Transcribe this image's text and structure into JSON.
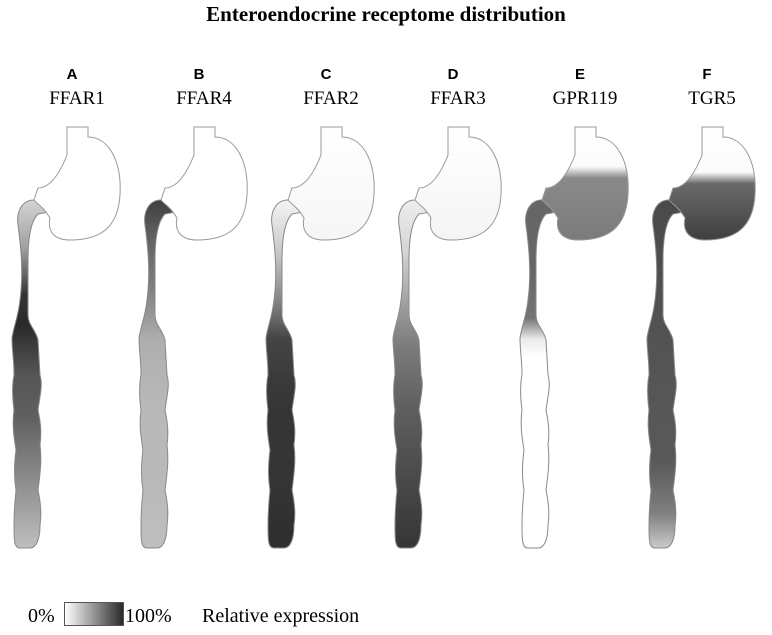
{
  "title": "Enteroendocrine receptome distribution",
  "panels": [
    {
      "letter": "A",
      "name": "FFAR1",
      "stomach": [
        {
          "o": 0,
          "v": 0
        },
        {
          "o": 1,
          "v": 0
        }
      ],
      "intestine": [
        {
          "o": 0.0,
          "v": 0.2
        },
        {
          "o": 0.14,
          "v": 0.45
        },
        {
          "o": 0.27,
          "v": 0.95
        },
        {
          "o": 0.36,
          "v": 1.0
        },
        {
          "o": 0.5,
          "v": 0.8
        },
        {
          "o": 0.62,
          "v": 0.75
        },
        {
          "o": 0.75,
          "v": 0.6
        },
        {
          "o": 0.88,
          "v": 0.45
        },
        {
          "o": 1.0,
          "v": 0.3
        }
      ]
    },
    {
      "letter": "B",
      "name": "FFAR4",
      "stomach": [
        {
          "o": 0,
          "v": 0
        },
        {
          "o": 1,
          "v": 0
        }
      ],
      "intestine": [
        {
          "o": 0.0,
          "v": 0.9
        },
        {
          "o": 0.1,
          "v": 0.75
        },
        {
          "o": 0.25,
          "v": 0.6
        },
        {
          "o": 0.4,
          "v": 0.38
        },
        {
          "o": 0.6,
          "v": 0.33
        },
        {
          "o": 0.8,
          "v": 0.33
        },
        {
          "o": 1.0,
          "v": 0.3
        }
      ]
    },
    {
      "letter": "C",
      "name": "FFAR2",
      "stomach": [
        {
          "o": 0,
          "v": 0
        },
        {
          "o": 0.4,
          "v": 0.02
        },
        {
          "o": 1,
          "v": 0.04
        }
      ],
      "intestine": [
        {
          "o": 0.0,
          "v": 0.05
        },
        {
          "o": 0.15,
          "v": 0.25
        },
        {
          "o": 0.3,
          "v": 0.6
        },
        {
          "o": 0.4,
          "v": 0.88
        },
        {
          "o": 0.6,
          "v": 0.95
        },
        {
          "o": 0.8,
          "v": 0.95
        },
        {
          "o": 1.0,
          "v": 0.98
        }
      ]
    },
    {
      "letter": "D",
      "name": "FFAR3",
      "stomach": [
        {
          "o": 0,
          "v": 0
        },
        {
          "o": 0.4,
          "v": 0.02
        },
        {
          "o": 1,
          "v": 0.05
        }
      ],
      "intestine": [
        {
          "o": 0.0,
          "v": 0.08
        },
        {
          "o": 0.15,
          "v": 0.2
        },
        {
          "o": 0.3,
          "v": 0.45
        },
        {
          "o": 0.42,
          "v": 0.62
        },
        {
          "o": 0.6,
          "v": 0.75
        },
        {
          "o": 0.8,
          "v": 0.85
        },
        {
          "o": 1.0,
          "v": 0.95
        }
      ]
    },
    {
      "letter": "E",
      "name": "GPR119",
      "stomach": [
        {
          "o": 0,
          "v": 0
        },
        {
          "o": 0.35,
          "v": 0.02
        },
        {
          "o": 0.45,
          "v": 0.55
        },
        {
          "o": 1,
          "v": 0.62
        }
      ],
      "intestine": [
        {
          "o": 0.0,
          "v": 0.72
        },
        {
          "o": 0.2,
          "v": 0.72
        },
        {
          "o": 0.34,
          "v": 0.65
        },
        {
          "o": 0.4,
          "v": 0.1
        },
        {
          "o": 0.45,
          "v": 0.0
        },
        {
          "o": 1.0,
          "v": 0.0
        }
      ]
    },
    {
      "letter": "F",
      "name": "TGR5",
      "stomach": [
        {
          "o": 0,
          "v": 0
        },
        {
          "o": 0.4,
          "v": 0.02
        },
        {
          "o": 0.5,
          "v": 0.7
        },
        {
          "o": 1,
          "v": 0.9
        }
      ],
      "intestine": [
        {
          "o": 0.0,
          "v": 0.85
        },
        {
          "o": 0.25,
          "v": 0.82
        },
        {
          "o": 0.5,
          "v": 0.8
        },
        {
          "o": 0.75,
          "v": 0.78
        },
        {
          "o": 0.9,
          "v": 0.6
        },
        {
          "o": 1.0,
          "v": 0.25
        }
      ]
    }
  ],
  "legend": {
    "min_label": "0%",
    "max_label": "100%",
    "label": "Relative expression",
    "min_color": "#ffffff",
    "max_color": "#2a2a2a"
  },
  "colors": {
    "outline": "#888888",
    "stomach_outline": "#999999"
  }
}
